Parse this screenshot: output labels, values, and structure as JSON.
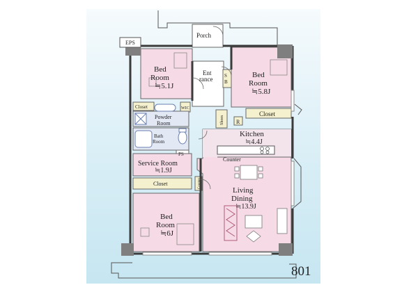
{
  "unit_number": "801",
  "labels": {
    "eps": "EPS",
    "porch": "Porch",
    "entrance_1": "Ent",
    "entrance_2": "rance",
    "sb_1": "S",
    "sb_2": "B",
    "bedroom_nw_1": "Bed",
    "bedroom_nw_2": "Room",
    "bedroom_nw_size": "≒5.1J",
    "bedroom_ne_1": "Bed",
    "bedroom_ne_2": "Room",
    "bedroom_ne_size": "≒5.8J",
    "closet_nw": "Closet",
    "closet_ne": "Closet",
    "wic_label": "WIC",
    "powder_1": "Powder",
    "powder_2": "Room",
    "bath_1": "Bath",
    "bath_2": "Room",
    "ps": "PS",
    "shoes": "Shoes",
    "r_mark": "R",
    "kitchen": "Kitchen",
    "kitchen_size": "≒4.4J",
    "counter": "Counter",
    "service_room": "Service Room",
    "service_size": "≒1.9J",
    "closet_mid": "Closet",
    "counter_small": "Counter",
    "living_1": "Living",
    "living_2": "Dining",
    "living_size": "≒13.9J",
    "bedroom_sw_1": "Bed",
    "bedroom_sw_2": "Room",
    "bedroom_sw_size": "≒6J"
  },
  "colors": {
    "room_pink": "#f6dbe6",
    "closet_yellow": "#f5f1cf",
    "wet_blue": "#e2e8f4",
    "wall": "#3b3b3b",
    "pillar": "#7f7f7f",
    "sky": "#c6e6f1"
  }
}
